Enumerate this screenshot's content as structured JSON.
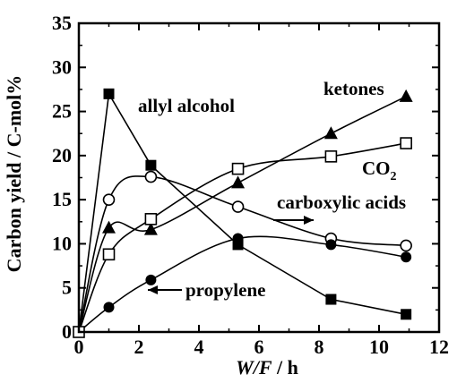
{
  "chart_data": {
    "type": "scatter",
    "xlabel_italic": "W/F",
    "xlabel_unit": " / h",
    "ylabel": "Carbon yield / C-mol%",
    "xlim": [
      0,
      12
    ],
    "ylim": [
      0,
      35
    ],
    "xticks": [
      0,
      2,
      4,
      6,
      8,
      10,
      12
    ],
    "yticks": [
      0,
      5,
      10,
      15,
      20,
      25,
      30,
      35
    ],
    "grid": false,
    "series": [
      {
        "name": "allyl alcohol",
        "marker": "filled-square",
        "line": "straight",
        "x": [
          0,
          1.0,
          2.4,
          5.3,
          8.4,
          10.9
        ],
        "y": [
          0,
          27.0,
          18.9,
          9.9,
          3.7,
          2.0
        ]
      },
      {
        "name": "ketones",
        "marker": "filled-triangle",
        "line": "smooth",
        "x": [
          0,
          1.0,
          2.4,
          5.3,
          8.4,
          10.9
        ],
        "y": [
          0,
          11.8,
          11.6,
          16.9,
          22.5,
          26.7
        ]
      },
      {
        "name": "CO2",
        "marker": "open-square",
        "line": "smooth",
        "x": [
          0,
          1.0,
          2.4,
          5.3,
          8.4,
          10.9
        ],
        "y": [
          0,
          8.8,
          12.8,
          18.5,
          19.9,
          21.4
        ]
      },
      {
        "name": "carboxylic acids",
        "marker": "open-circle",
        "line": "smooth",
        "x": [
          0,
          1.0,
          2.4,
          5.3,
          8.4,
          10.9
        ],
        "y": [
          0,
          15.0,
          17.6,
          14.2,
          10.6,
          9.8
        ]
      },
      {
        "name": "propylene",
        "marker": "filled-circle",
        "line": "smooth",
        "x": [
          0,
          1.0,
          2.4,
          5.3,
          8.4,
          10.9
        ],
        "y": [
          0,
          2.8,
          5.9,
          10.6,
          9.9,
          8.5
        ]
      }
    ],
    "annotations": {
      "allyl_alcohol": "allyl alcohol",
      "ketones": "ketones",
      "co2_base": "CO",
      "co2_sub": "2",
      "carboxylic_acids": "carboxylic acids",
      "propylene": "propylene"
    }
  }
}
